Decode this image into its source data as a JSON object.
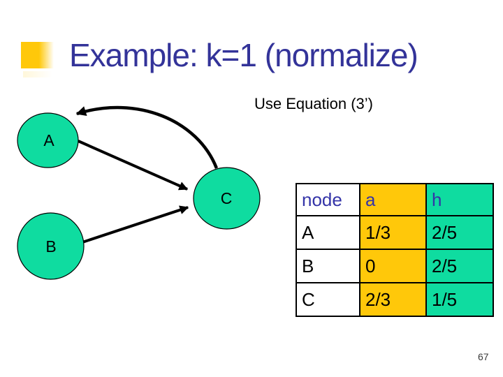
{
  "slide": {
    "title": "Example: k=1 (normalize)",
    "subtitle": "Use Equation (3’)",
    "page_number": "67"
  },
  "colors": {
    "title_navy": "#333399",
    "bullet_gold": "#FFC80A",
    "node_green": "#0FDCA0",
    "table_gold_column": "#FFC80A",
    "table_green_column": "#0FDCA0",
    "table_header_text": "#3434A8",
    "edge_black": "#000000"
  },
  "diagram": {
    "nodes": [
      {
        "id": "A",
        "label": "A"
      },
      {
        "id": "B",
        "label": "B"
      },
      {
        "id": "C",
        "label": "C"
      }
    ],
    "edges": [
      {
        "from": "A",
        "to": "C",
        "style": "straight"
      },
      {
        "from": "B",
        "to": "C",
        "style": "straight"
      },
      {
        "from": "C",
        "to": "A",
        "style": "curved"
      }
    ]
  },
  "table": {
    "headers": [
      "node",
      "a",
      "h"
    ],
    "rows": [
      [
        "A",
        "1/3",
        "2/5"
      ],
      [
        "B",
        "0",
        "2/5"
      ],
      [
        "C",
        "2/3",
        "1/5"
      ]
    ]
  }
}
